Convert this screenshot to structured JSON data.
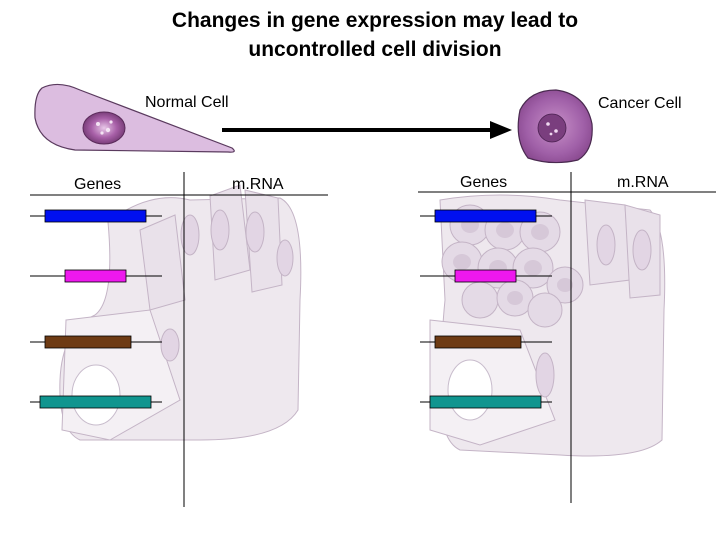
{
  "title_line1": "Changes in gene expression may lead to",
  "title_line2": "uncontrolled cell division",
  "normal_label": "Normal Cell",
  "cancer_label": "Cancer Cell",
  "left_panel": {
    "genes_header": "Genes",
    "mrna_header": "m.RNA"
  },
  "right_panel": {
    "genes_header": "Genes",
    "mrna_header": "m.RNA"
  },
  "colors": {
    "gene_blue": "#0010f0",
    "gene_magenta": "#ee18ee",
    "gene_brown": "#6e3b14",
    "gene_teal": "#10958f",
    "cell_fill": "#ddc0e0",
    "tissue_fill": "#eee8ee",
    "nucleus": "#b070b0",
    "arrow": "#000000"
  }
}
